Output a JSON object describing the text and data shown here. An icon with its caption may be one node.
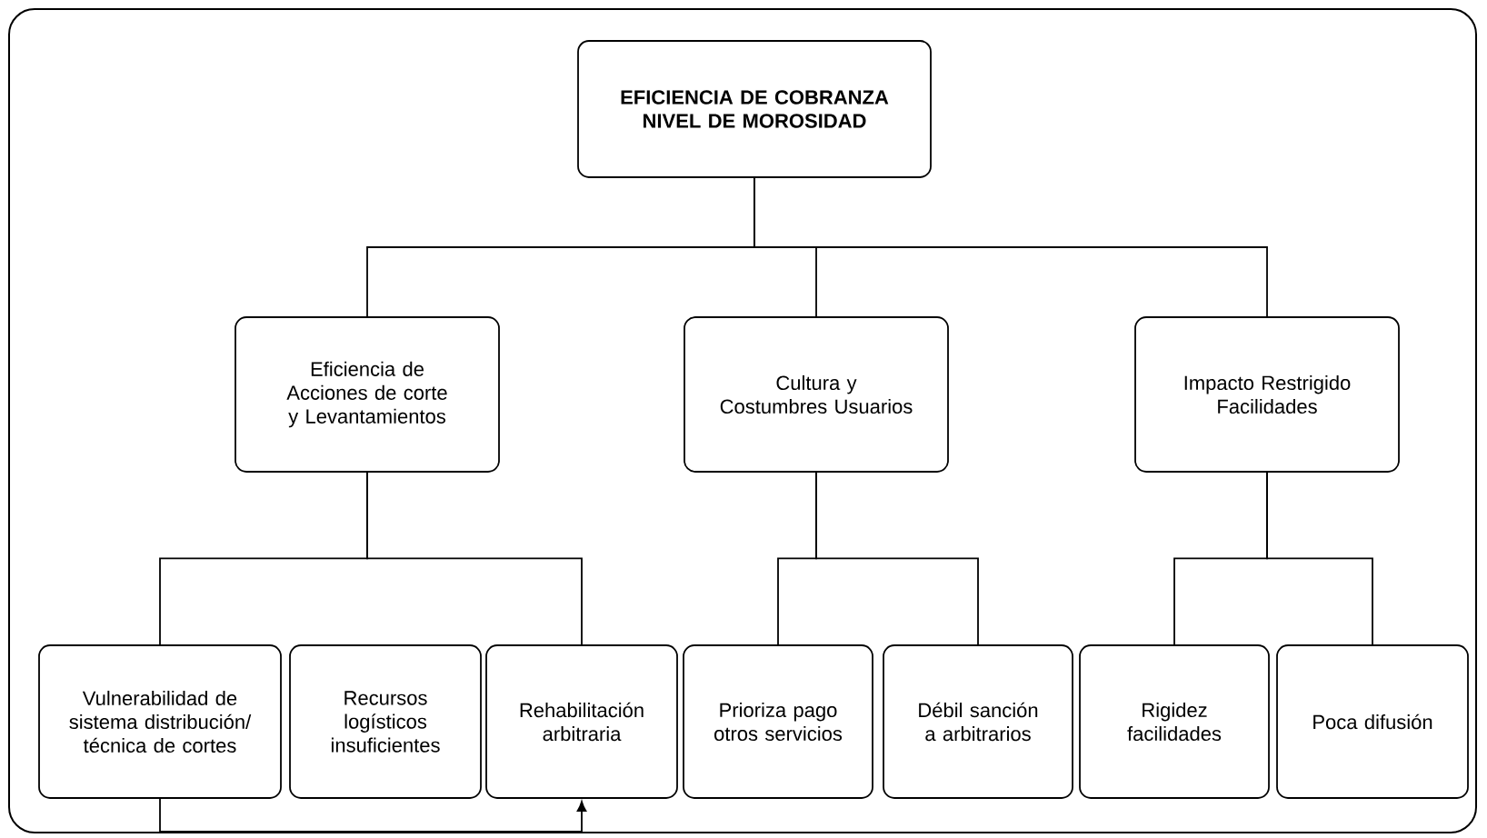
{
  "diagram": {
    "nodes": [
      {
        "text": [
          "EFICIENCIA DE COBRANZA NIVEL DE MOROSIDAD"
        ]
      },
      {
        "text": [
          "Eficiencia de Acciones de corte y Levantamientos"
        ]
      },
      {
        "text": [
          "Cultura y Costumbres Usuarios"
        ]
      },
      {
        "text": [
          "Impacto Restrigido Facilidades"
        ]
      },
      {
        "text": [
          "Vulnerabilidad de sistema distribución/ técnica de cortes"
        ]
      },
      {
        "text": [
          "Recursos logísticos insuficientes"
        ]
      },
      {
        "text": [
          "Rehabilitación arbitraria"
        ]
      },
      {
        "text": [
          "Prioriza pago otros servicios"
        ]
      },
      {
        "text": [
          "Débil sanción a arbitrarios"
        ]
      },
      {
        "text": [
          "Rigidez facilidades"
        ]
      },
      {
        "text": [
          "Poca difusión"
        ]
      }
    ],
    "edges": [
      {
        "from": 0,
        "to": 1,
        "arrow": "none"
      },
      {
        "from": 0,
        "to": 2,
        "arrow": "none"
      },
      {
        "from": 0,
        "to": 3,
        "arrow": "none"
      },
      {
        "from": 1,
        "to": 4,
        "arrow": "none"
      },
      {
        "from": 1,
        "to": 6,
        "arrow": "none"
      },
      {
        "from": 2,
        "to": 7,
        "arrow": "none"
      },
      {
        "from": 2,
        "to": 8,
        "arrow": "none"
      },
      {
        "from": 3,
        "to": 9,
        "arrow": "none"
      },
      {
        "from": 3,
        "to": 10,
        "arrow": "none"
      },
      {
        "from": 4,
        "to": 6,
        "arrow": "to"
      }
    ]
  }
}
